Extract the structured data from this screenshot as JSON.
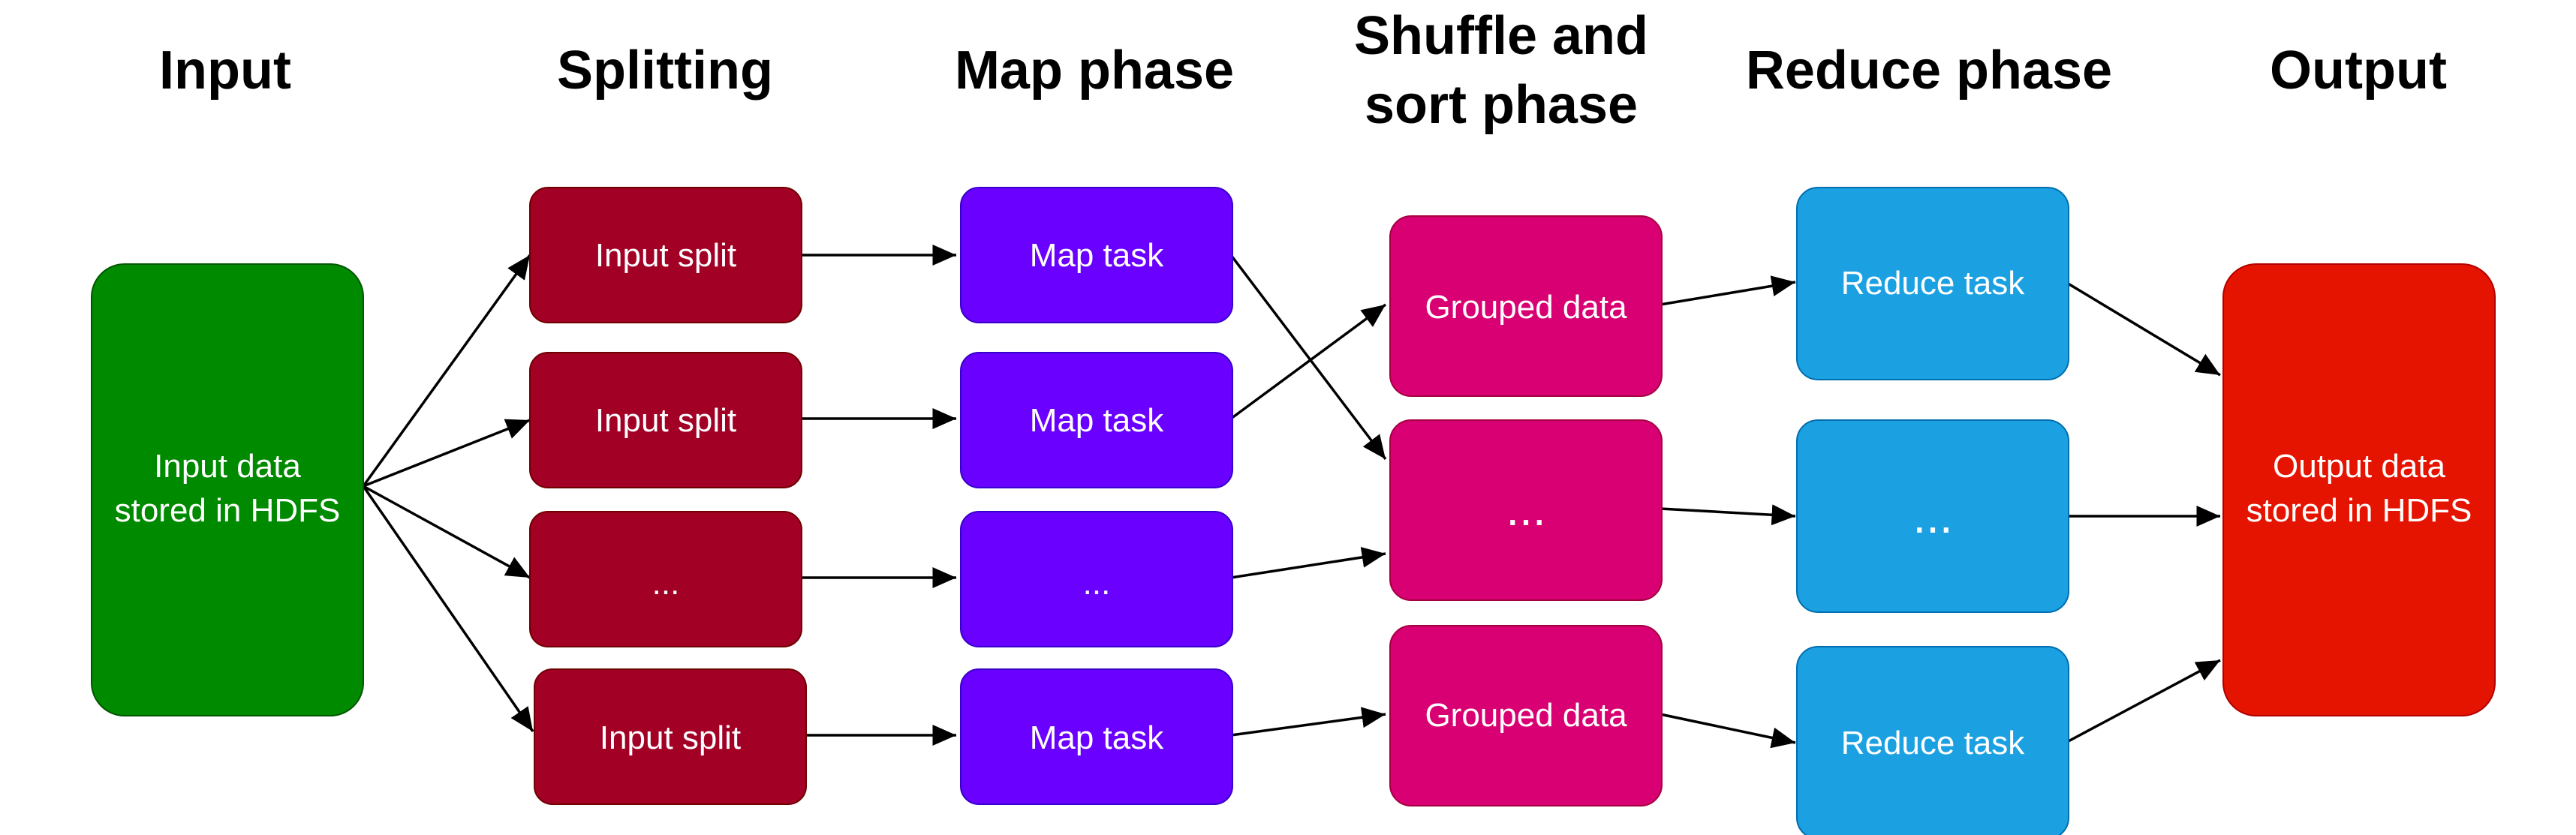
{
  "headings": {
    "input": "Input",
    "splitting": "Splitting",
    "map": "Map phase",
    "shuffle_line1": "Shuffle and",
    "shuffle_line2": "sort phase",
    "reduce": "Reduce phase",
    "output": "Output"
  },
  "nodes": {
    "input_data_line1": "Input data",
    "input_data_line2": "stored in HDFS",
    "split_1": "Input split",
    "split_2": "Input split",
    "split_3": "...",
    "split_4": "Input split",
    "map_1": "Map task",
    "map_2": "Map task",
    "map_3": "...",
    "map_4": "Map task",
    "group_1": "Grouped data",
    "group_2": "...",
    "group_3": "Grouped data",
    "reduce_1": "Reduce task",
    "reduce_2": "...",
    "reduce_3": "Reduce task",
    "output_data_line1": "Output data",
    "output_data_line2": "stored in HDFS"
  },
  "colors": {
    "input": "#008a00",
    "split": "#a20025",
    "map": "#6a00ff",
    "group": "#d80073",
    "reduce": "#1ba1e2",
    "output": "#e51400",
    "edge": "#000000"
  }
}
